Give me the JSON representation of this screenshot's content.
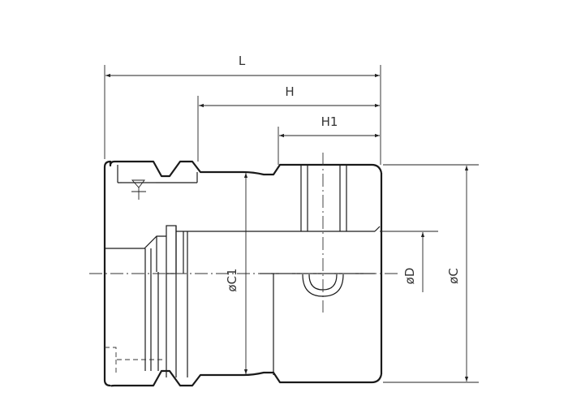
{
  "dimensions": {
    "L": "L",
    "H": "H",
    "H1": "H1",
    "C1": "øC1",
    "D": "øD",
    "C": "øC"
  },
  "colors": {
    "line": "#1a1a1a",
    "background": "#ffffff"
  }
}
